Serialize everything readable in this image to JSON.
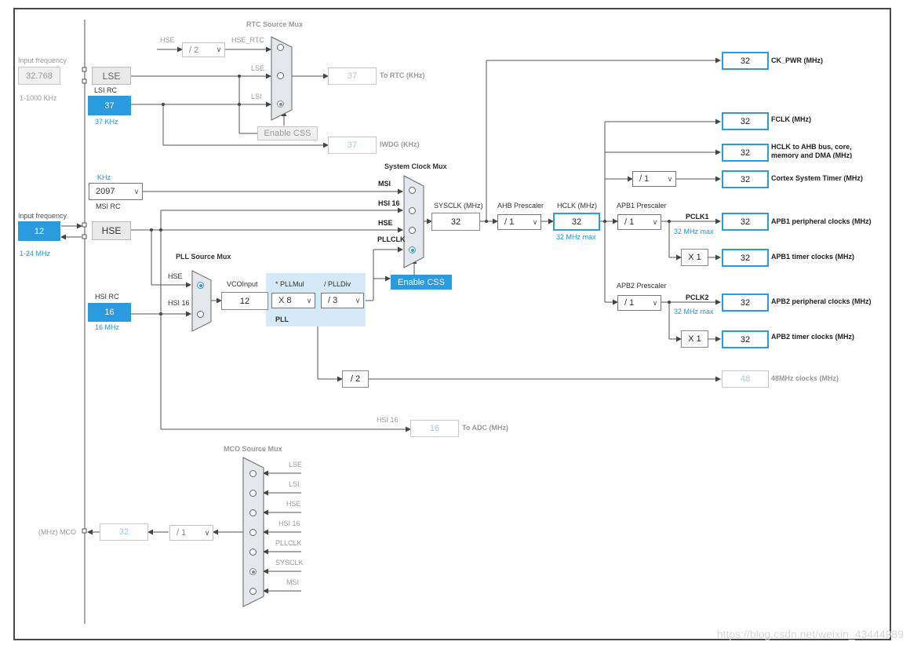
{
  "rtc_mux": {
    "title": "RTC Source Mux",
    "hse": "HSE",
    "div": "/ 2",
    "hse_rtc": "HSE_RTC",
    "lse": "LSE",
    "lsi": "LSI",
    "enable_css": "Enable CSS",
    "to_rtc_value": "37",
    "to_rtc_label": "To RTC (KHz)",
    "iwdg_value": "37",
    "iwdg_label": "IWDG (KHz)"
  },
  "lse": {
    "input_label": "Input frequency",
    "input_value": "32.768",
    "range": "1-1000 KHz",
    "name": "LSE"
  },
  "lsi": {
    "name": "LSI RC",
    "value": "37",
    "unit": "37 KHz"
  },
  "msi": {
    "unit": "KHz",
    "value": "2097",
    "name": "MSI RC"
  },
  "hse": {
    "input_label": "Input frequency",
    "input_value": "12",
    "range": "1-24 MHz",
    "name": "HSE"
  },
  "hsi": {
    "name": "HSI RC",
    "value": "16",
    "unit": "16 MHz"
  },
  "pll": {
    "mux_title": "PLL Source Mux",
    "hse": "HSE",
    "hsi16": "HSI 16",
    "vco_label": "VCOInput",
    "vco_value": "12",
    "mul_label": "* PLLMul",
    "mul_value": "X 8",
    "div_label": "/ PLLDiv",
    "div_value": "/ 3",
    "name": "PLL"
  },
  "sysclk_mux": {
    "title": "System Clock Mux",
    "msi": "MSI",
    "hsi16": "HSI 16",
    "hse": "HSE",
    "pllclk": "PLLCLK",
    "enable_css": "Enable CSS"
  },
  "sysclk": {
    "label": "SYSCLK (MHz)",
    "value": "32"
  },
  "ahb": {
    "label": "AHB Prescaler",
    "value": "/ 1"
  },
  "hclk": {
    "label": "HCLK (MHz)",
    "value": "32",
    "max": "32 MHz max"
  },
  "apb1": {
    "label": "APB1 Prescaler",
    "value": "/ 1",
    "pclk": "PCLK1",
    "max": "32 MHz max",
    "timer_mul": "X 1"
  },
  "apb2": {
    "label": "APB2 Prescaler",
    "value": "/ 1",
    "pclk": "PCLK2",
    "max": "32 MHz max",
    "timer_mul": "X 1"
  },
  "cortex_div": "/ 1",
  "usb_div": "/ 2",
  "outputs": {
    "ck_pwr": {
      "value": "32",
      "label": "CK_PWR (MHz)"
    },
    "fclk": {
      "value": "32",
      "label": "FCLK (MHz)"
    },
    "hclk_ahb": {
      "value": "32",
      "label": "HCLK to AHB bus, core,",
      "label2": "memory and DMA (MHz)"
    },
    "cortex": {
      "value": "32",
      "label": "Cortex System Timer (MHz)"
    },
    "apb1_per": {
      "value": "32",
      "label": "APB1 peripheral clocks (MHz)"
    },
    "apb1_tim": {
      "value": "32",
      "label": "APB1 timer clocks (MHz)"
    },
    "apb2_per": {
      "value": "32",
      "label": "APB2 peripheral clocks (MHz)"
    },
    "apb2_tim": {
      "value": "32",
      "label": "APB2 timer clocks (MHz)"
    },
    "usb48": {
      "value": "48",
      "label": "48MHz clocks (MHz)"
    }
  },
  "adc": {
    "hsi16": "HSI 16",
    "value": "16",
    "label": "To ADC (MHz)"
  },
  "mco": {
    "title": "MCO Source Mux",
    "inputs": [
      "LSE",
      "LSI",
      "HSE",
      "HSI 16",
      "PLLCLK",
      "SYSCLK",
      "MSI"
    ],
    "div": "/ 1",
    "value": "32",
    "label": "(MHz) MCO"
  },
  "watermark": "https://blog.csdn.net/weixin_43444989"
}
